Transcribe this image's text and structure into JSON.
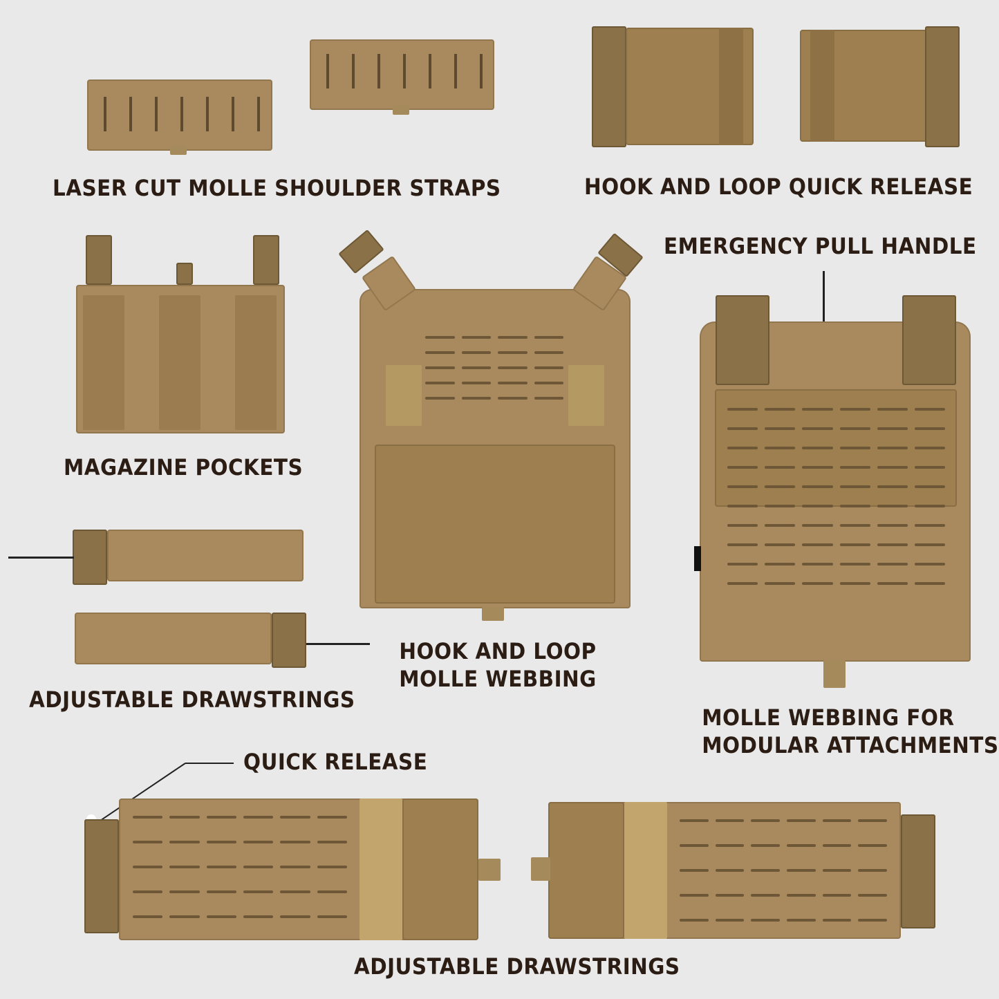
{
  "labels": {
    "shoulder_straps": "LASER CUT MOLLE SHOULDER STRAPS",
    "quick_release_top": "HOOK AND LOOP QUICK RELEASE",
    "emergency_handle": "EMERGENCY PULL HANDLE",
    "magazine_pockets": "MAGAZINE POCKETS",
    "hook_loop_molle_line1": "HOOK AND LOOP",
    "hook_loop_molle_line2": "MOLLE WEBBING",
    "drawstrings_left": "ADJUSTABLE DRAWSTRINGS",
    "molle_modular_line1": "MOLLE WEBBING FOR",
    "molle_modular_line2": "MODULAR ATTACHMENTS",
    "quick_release_bottom": "QUICK RELEASE",
    "drawstrings_bottom": "ADJUSTABLE DRAWSTRINGS"
  },
  "colors": {
    "background": "#e9e9ea",
    "coyote_tan": "#a88a5e",
    "text": "#2b1d14"
  }
}
